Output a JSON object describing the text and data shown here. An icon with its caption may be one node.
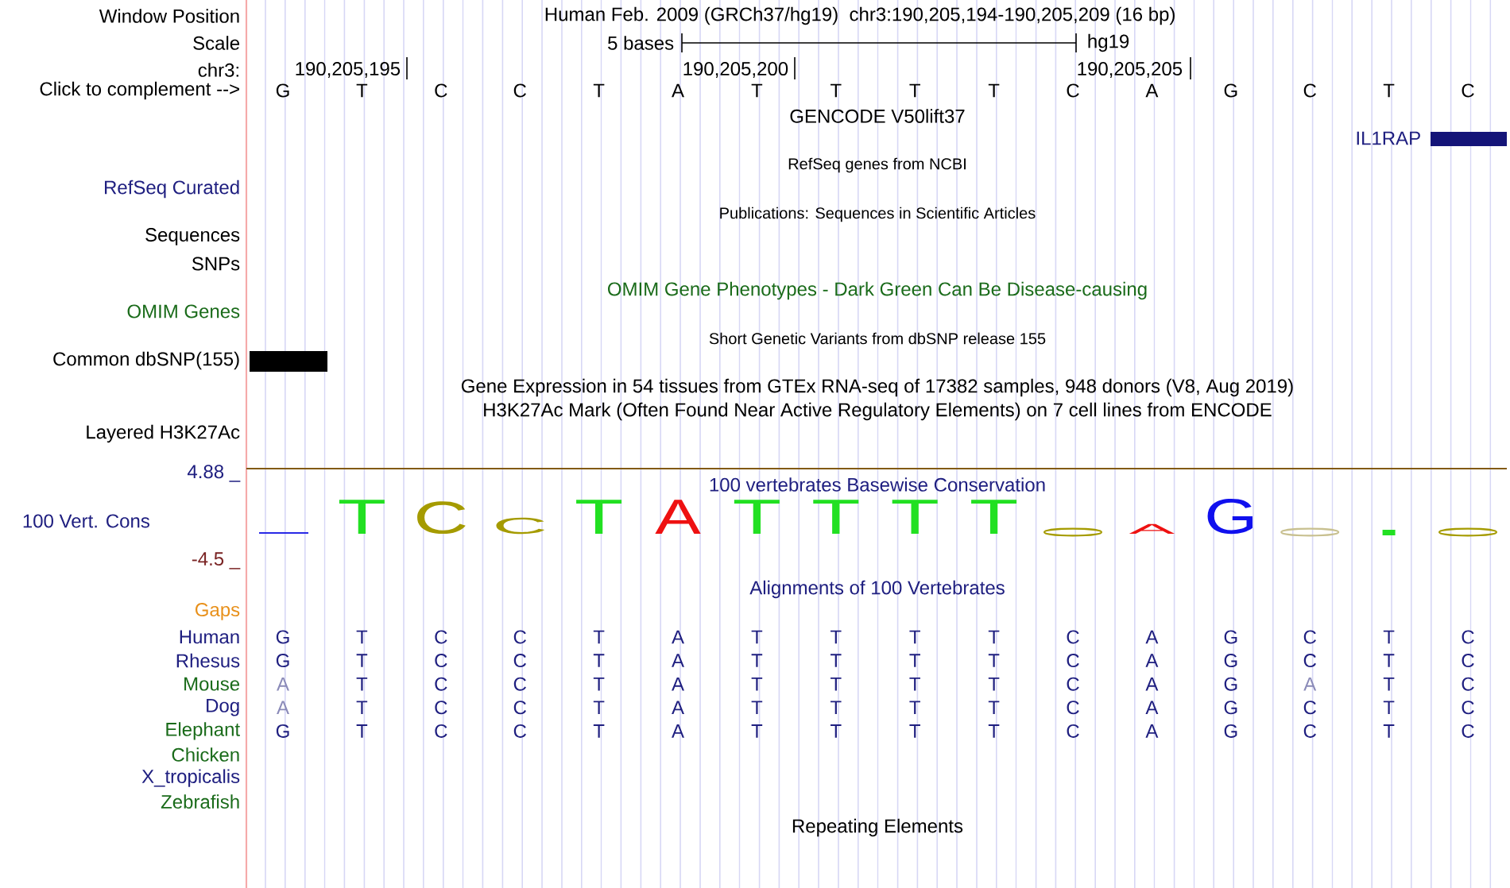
{
  "diagram": {
    "labels": [
      "Window Position",
      "Human Feb. 2009 (GRCh37/hg19)",
      "chr3:190,205,194-190,205,209 (16 bp)",
      "Scale",
      "5 bases",
      "hg19",
      "chr3:",
      "190,205,195",
      "190,205,200",
      "190,205,205",
      "Click to complement -->",
      "G",
      "T",
      "C",
      "C",
      "T",
      "A",
      "T",
      "T",
      "T",
      "T",
      "C",
      "A",
      "G",
      "C",
      "T",
      "C",
      "GENCODE V50lift37",
      "IL1RAP",
      "RefSeq genes from NCBI",
      "RefSeq Curated",
      "Publications: Sequences in Scientific Articles",
      "Sequences",
      "SNPs",
      "OMIM Gene Phenotypes - Dark Green Can Be Disease-causing",
      "OMIM Genes",
      "Short Genetic Variants from dbSNP release 155",
      "Common dbSNP(155)",
      "Gene Expression in 54 tissues from GTEx RNA-seq of 17382 samples, 948 donors (V8, Aug 2019)",
      "H3K27Ac Mark (Often Found Near Active Regulatory Elements) on 7 cell lines from ENCODE",
      "Layered H3K27Ac",
      "4.88 _",
      "100 vertebrates Basewise Conservation",
      "100 Vert. Cons",
      "T",
      "C",
      "C",
      "T",
      "A",
      "T",
      "T",
      "T",
      "T",
      "A",
      "G",
      "-4.5 _",
      "Alignments of 100 Vertebrates",
      "Gaps",
      "Human",
      "G",
      "T",
      "C",
      "C",
      "T",
      "A",
      "T",
      "T",
      "T",
      "T",
      "C",
      "A",
      "G",
      "C",
      "T",
      "C",
      "Rhesus",
      "G",
      "T",
      "C",
      "C",
      "T",
      "A",
      "T",
      "T",
      "T",
      "T",
      "C",
      "A",
      "G",
      "C",
      "T",
      "C",
      "Mouse",
      "A",
      "T",
      "C",
      "C",
      "T",
      "A",
      "T",
      "T",
      "T",
      "T",
      "C",
      "A",
      "G",
      "A",
      "T",
      "C",
      "Dog",
      "A",
      "T",
      "C",
      "C",
      "T",
      "A",
      "T",
      "T",
      "T",
      "T",
      "C",
      "A",
      "G",
      "C",
      "T",
      "C",
      "Elephant",
      "G",
      "T",
      "C",
      "C",
      "T",
      "A",
      "T",
      "T",
      "T",
      "T",
      "C",
      "A",
      "G",
      "C",
      "T",
      "C",
      "Chicken",
      "X_tropicalis",
      "Zebrafish",
      "Repeating Elements"
    ]
  }
}
